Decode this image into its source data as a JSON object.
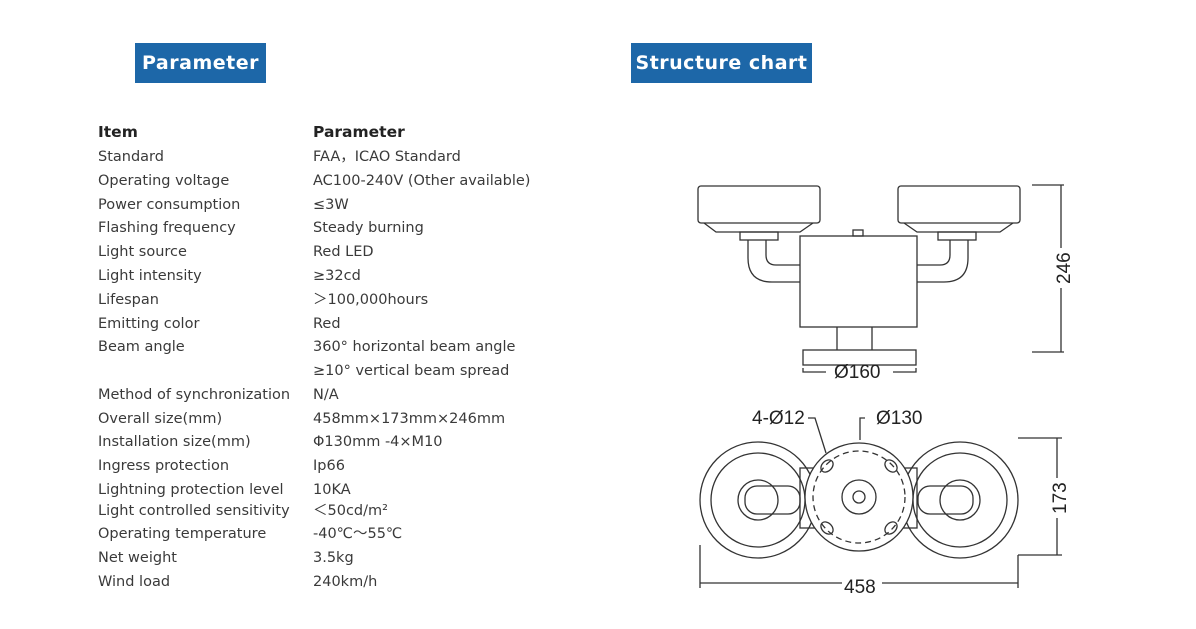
{
  "sections": {
    "parameter_title": "Parameter",
    "structure_title": "Structure chart"
  },
  "table": {
    "headers": [
      "Item",
      "Parameter"
    ],
    "rows": [
      [
        "Standard",
        "FAA，ICAO Standard"
      ],
      [
        "Operating voltage",
        "AC100-240V (Other available)"
      ],
      [
        "Power consumption",
        "≤3W"
      ],
      [
        "Flashing frequency",
        "Steady burning"
      ],
      [
        "Light source",
        "Red LED"
      ],
      [
        "Light intensity",
        "≥32cd"
      ],
      [
        "Lifespan",
        "＞100,000hours"
      ],
      [
        "Emitting color",
        "Red"
      ],
      [
        "Beam angle",
        "360° horizontal beam angle"
      ],
      [
        "",
        "≥10° vertical beam spread"
      ],
      [
        "Method of synchronization",
        "N/A"
      ],
      [
        "Overall size(mm)",
        "458mm×173mm×246mm"
      ],
      [
        "Installation size(mm)",
        "Φ130mm -4×M10"
      ],
      [
        "Ingress protection",
        "Ip66"
      ],
      [
        "Lightning protection level",
        "10KA"
      ],
      [
        "Light controlled sensitivity",
        "＜50cd/m²"
      ],
      [
        "Operating temperature",
        "-40℃～55℃"
      ],
      [
        "Net weight",
        "3.5kg"
      ],
      [
        "Wind load",
        "240km/h"
      ]
    ]
  },
  "drawing": {
    "height_dim": "246",
    "base_dia": "Ø160",
    "holes": "4-Ø12",
    "bolt_circle": "Ø130",
    "depth_dim": "173",
    "width_dim": "458"
  }
}
